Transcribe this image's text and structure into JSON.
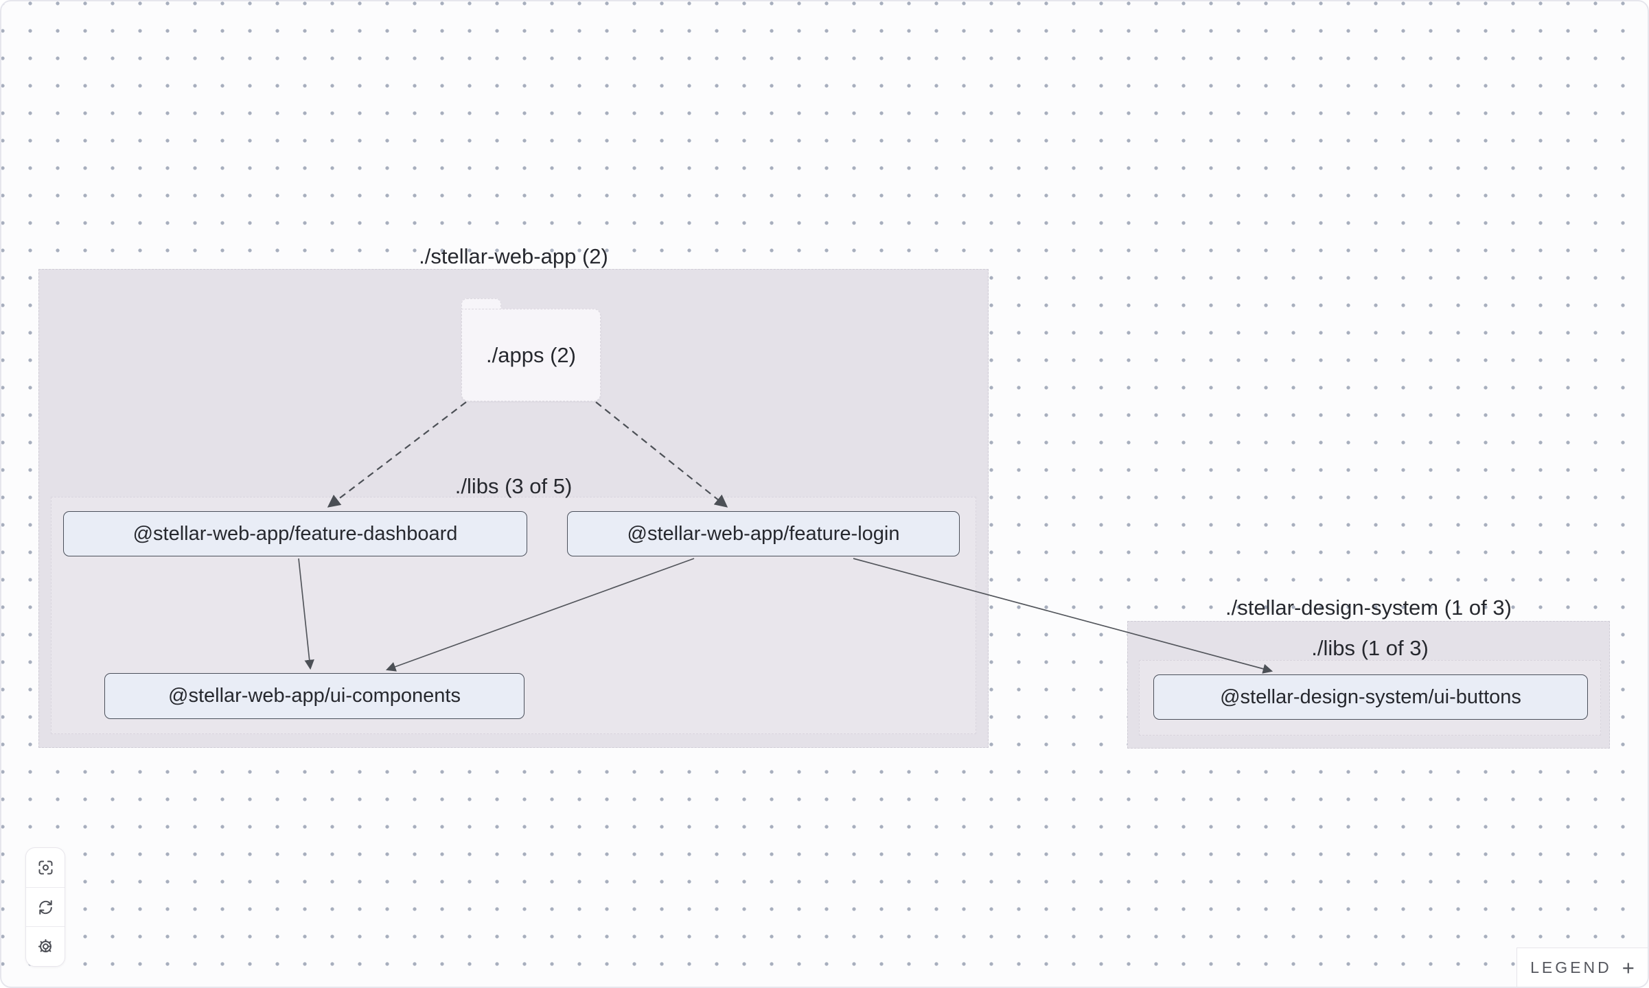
{
  "colors": {
    "canvas_bg": "#fcfcfd",
    "dot_grid": "#a7aebd",
    "cluster_fill": "#e4e1e8",
    "folder_fill": "#f7f5f9",
    "node_fill": "#e9edf6",
    "node_border": "#4a4f5a",
    "edge": "#53565c",
    "text": "#26282e",
    "panel_bg": "#ffffff"
  },
  "graph": {
    "clusters": [
      {
        "name": "stellar-web-app",
        "label": "./stellar-web-app (2)",
        "folder": {
          "label": "./apps (2)"
        },
        "sub_cluster": {
          "label": "./libs (3 of 5)"
        },
        "nodes": [
          {
            "id": "feature-dashboard",
            "label": "@stellar-web-app/feature-dashboard"
          },
          {
            "id": "feature-login",
            "label": "@stellar-web-app/feature-login"
          },
          {
            "id": "ui-components",
            "label": "@stellar-web-app/ui-components"
          }
        ]
      },
      {
        "name": "stellar-design-system",
        "label": "./stellar-design-system (1 of 3)",
        "sub_cluster": {
          "label": "./libs (1 of 3)"
        },
        "nodes": [
          {
            "id": "ui-buttons",
            "label": "@stellar-design-system/ui-buttons"
          }
        ]
      }
    ],
    "edges": [
      {
        "from": "./apps",
        "to": "@stellar-web-app/feature-dashboard",
        "style": "dashed"
      },
      {
        "from": "./apps",
        "to": "@stellar-web-app/feature-login",
        "style": "dashed"
      },
      {
        "from": "@stellar-web-app/feature-dashboard",
        "to": "@stellar-web-app/ui-components",
        "style": "solid"
      },
      {
        "from": "@stellar-web-app/feature-login",
        "to": "@stellar-web-app/ui-components",
        "style": "solid"
      },
      {
        "from": "@stellar-web-app/feature-login",
        "to": "@stellar-design-system/ui-buttons",
        "style": "solid"
      }
    ]
  },
  "toolbar": {
    "buttons": [
      {
        "id": "focus",
        "icon": "focus-icon"
      },
      {
        "id": "refresh",
        "icon": "refresh-icon"
      },
      {
        "id": "settings",
        "icon": "gear-icon"
      }
    ]
  },
  "legend": {
    "label": "LEGEND",
    "expand_icon": "+"
  }
}
